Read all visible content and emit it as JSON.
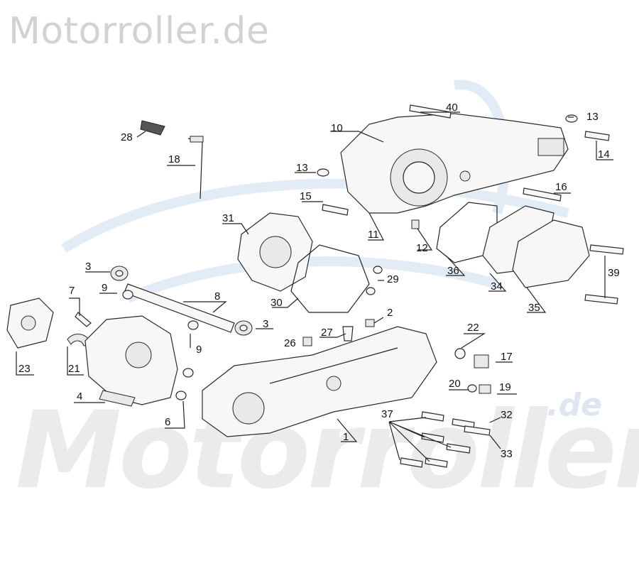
{
  "site_title": "Motorroller.de",
  "watermark": {
    "word": "Motorroller",
    "suffix": ".de"
  },
  "callouts": [
    "1",
    "2",
    "3",
    "3",
    "4",
    "6",
    "7",
    "8",
    "9",
    "9",
    "10",
    "11",
    "12",
    "13",
    "13",
    "14",
    "15",
    "16",
    "17",
    "18",
    "19",
    "20",
    "21",
    "22",
    "23",
    "26",
    "27",
    "28",
    "29",
    "30",
    "31",
    "32",
    "33",
    "34",
    "35",
    "36",
    "37",
    "39",
    "40"
  ],
  "colors": {
    "watermark_gray": "#ebebeb",
    "watermark_blue": "#dde7f2",
    "line": "#222222"
  }
}
